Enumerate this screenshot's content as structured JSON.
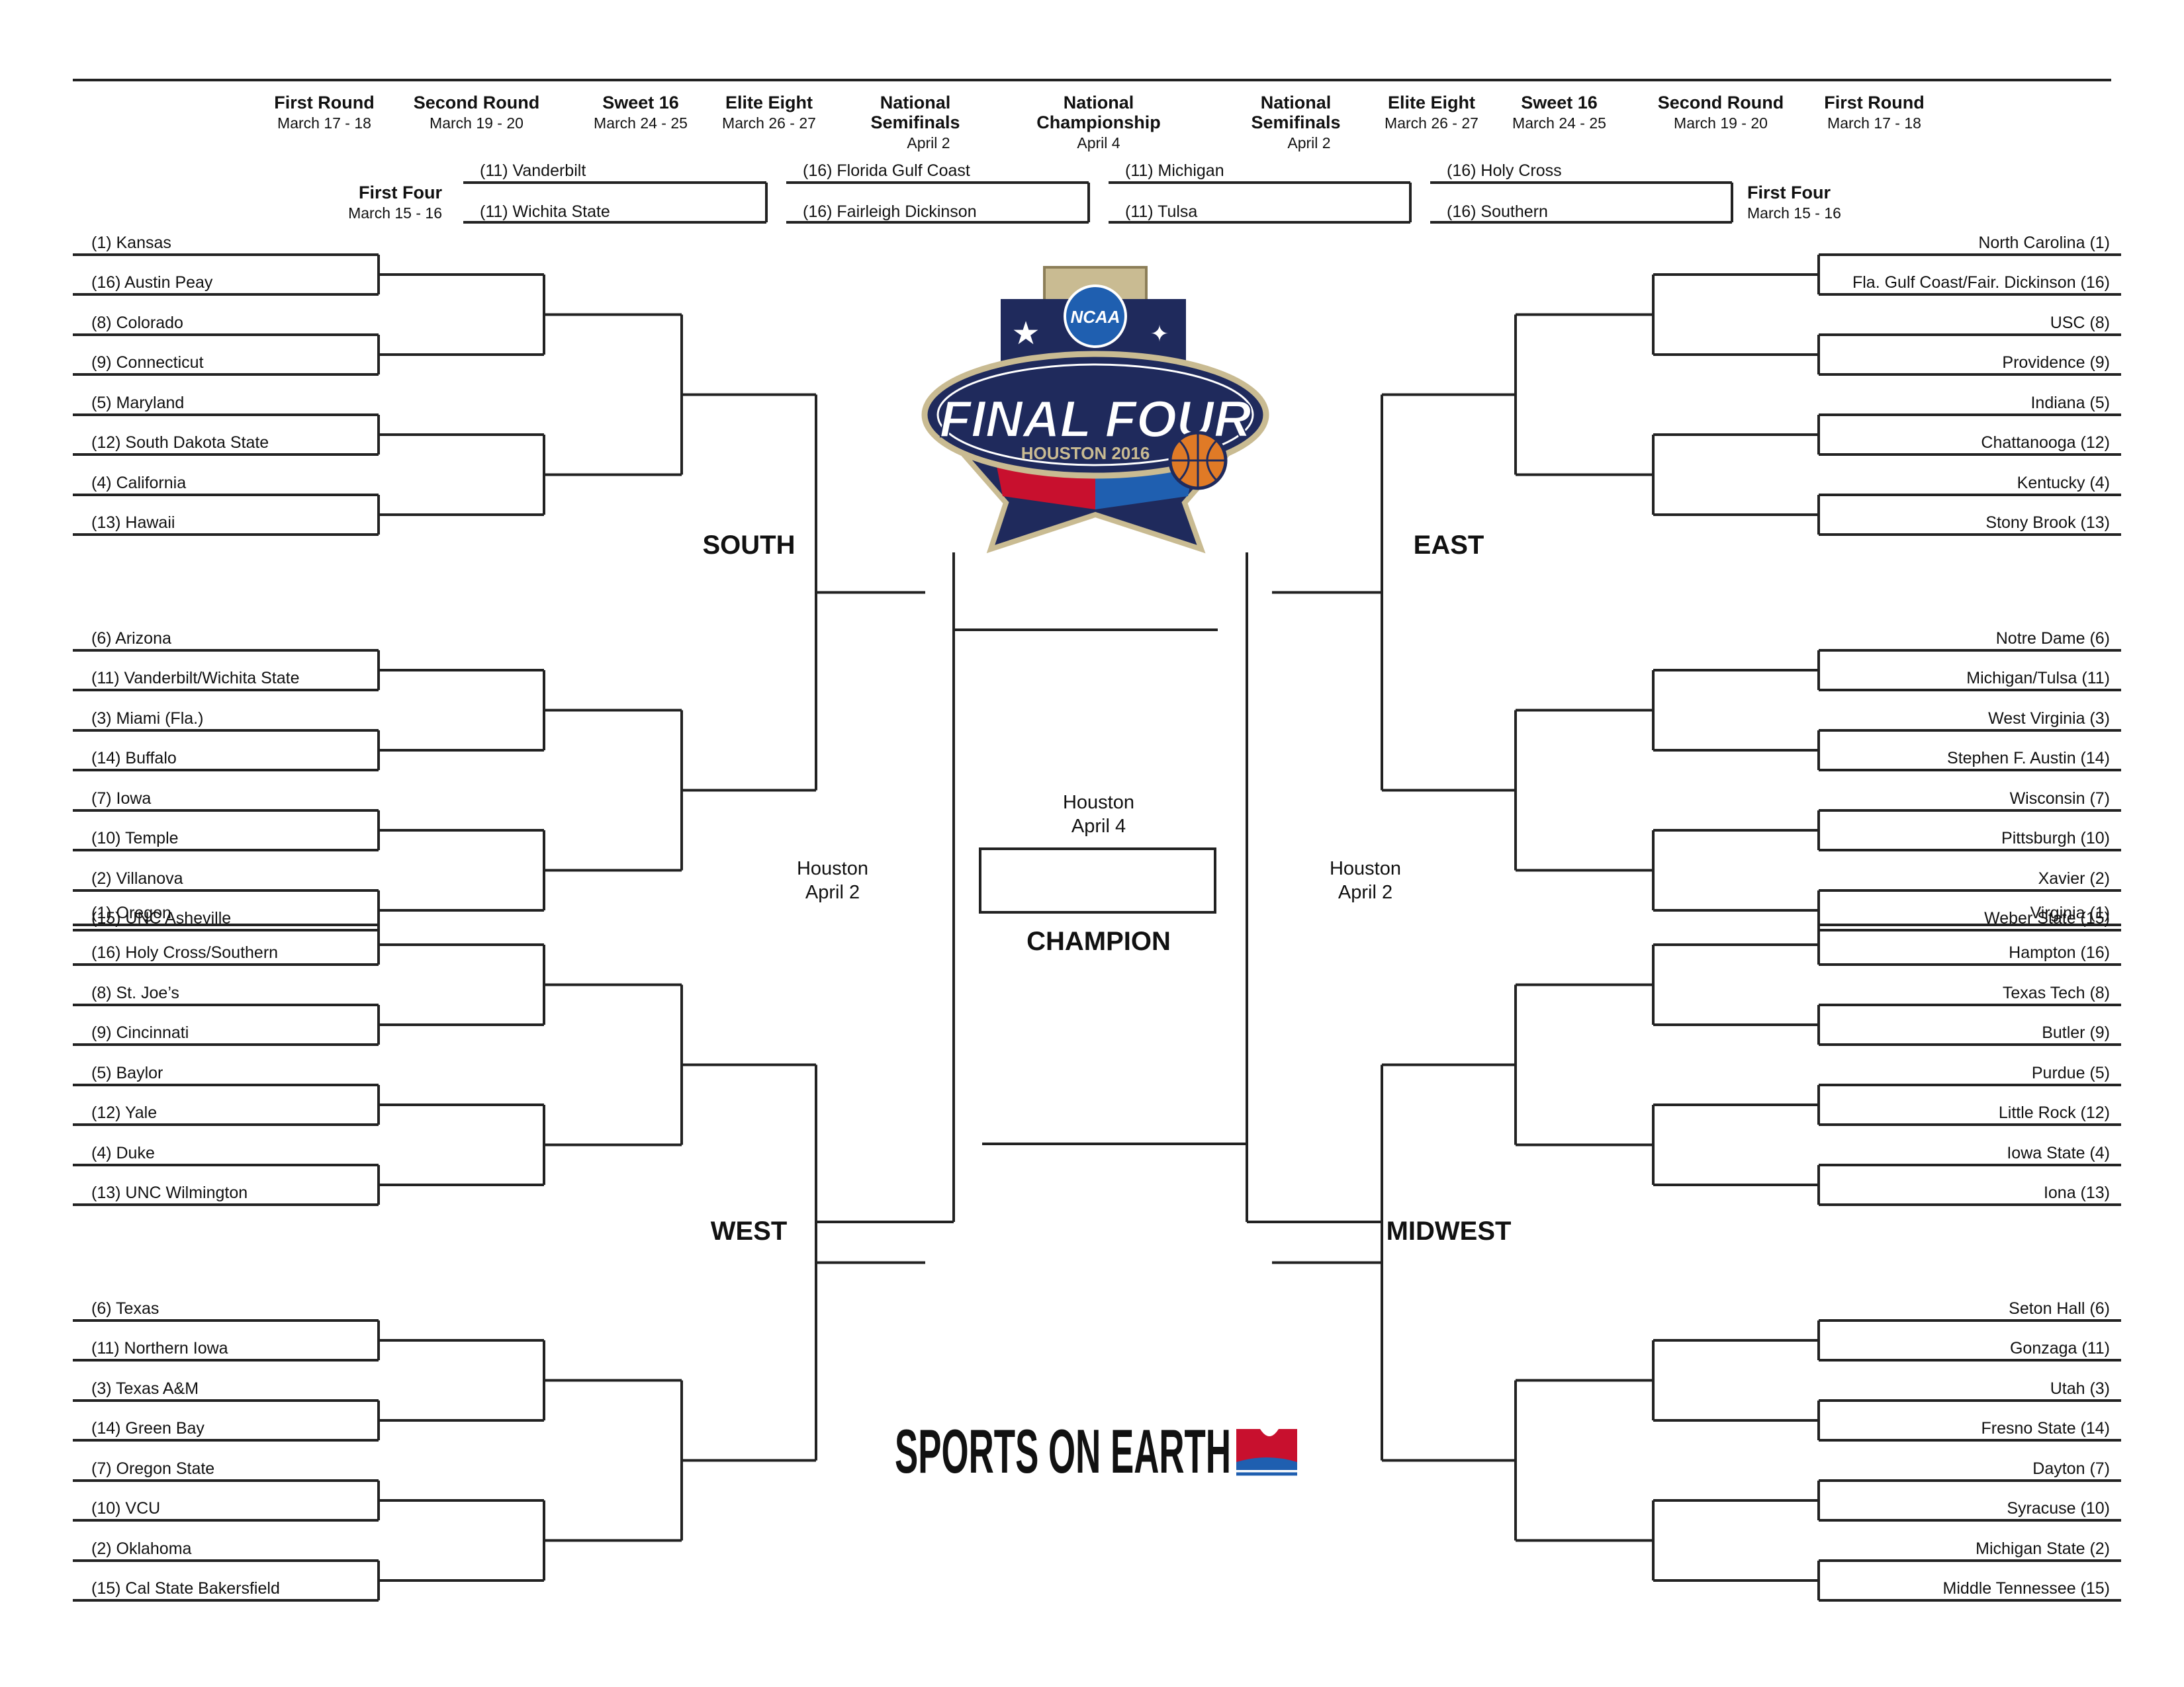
{
  "headers": {
    "left": [
      {
        "title": [
          "First Round"
        ],
        "date": "March 17 - 18"
      },
      {
        "title": [
          "Second Round"
        ],
        "date": "March 19 - 20"
      },
      {
        "title": [
          "Sweet 16"
        ],
        "date": "March 24 - 25"
      },
      {
        "title": [
          "Elite Eight"
        ],
        "date": "March 26 - 27"
      },
      {
        "title": [
          "National",
          "Semifinals"
        ],
        "date": "April 2"
      }
    ],
    "center": {
      "title": [
        "National",
        "Championship"
      ],
      "date": "April 4"
    },
    "right": [
      {
        "title": [
          "National",
          "Semifinals"
        ],
        "date": "April 2"
      },
      {
        "title": [
          "Elite Eight"
        ],
        "date": "March 26 - 27"
      },
      {
        "title": [
          "Sweet 16"
        ],
        "date": "March 24 - 25"
      },
      {
        "title": [
          "Second Round"
        ],
        "date": "March 19 - 20"
      },
      {
        "title": [
          "First Round"
        ],
        "date": "March 17 - 18"
      }
    ]
  },
  "first_four": {
    "label": "First Four",
    "date": "March 15 - 16",
    "games": [
      [
        "(11) Vanderbilt",
        "(11) Wichita State"
      ],
      [
        "(16) Florida Gulf Coast",
        "(16) Fairleigh Dickinson"
      ],
      [
        "(11) Michigan",
        "(11) Tulsa"
      ],
      [
        "(16) Holy Cross",
        "(16) Southern"
      ]
    ]
  },
  "regions": {
    "south": {
      "name": "SOUTH",
      "teams": [
        "(1) Kansas",
        "(16) Austin Peay",
        "(8) Colorado",
        "(9) Connecticut",
        "(5) Maryland",
        "(12) South Dakota State",
        "(4) California",
        "(13) Hawaii",
        "(6) Arizona",
        "(11) Vanderbilt/Wichita State",
        "(3) Miami (Fla.)",
        "(14) Buffalo",
        "(7) Iowa",
        "(10) Temple",
        "(2) Villanova",
        "(15) UNC Asheville"
      ]
    },
    "west": {
      "name": "WEST",
      "teams": [
        "(1) Oregon",
        "(16) Holy Cross/Southern",
        "(8) St. Joe’s",
        "(9) Cincinnati",
        "(5) Baylor",
        "(12) Yale",
        "(4) Duke",
        "(13) UNC Wilmington",
        "(6) Texas",
        "(11) Northern Iowa",
        "(3) Texas A&M",
        "(14) Green Bay",
        "(7) Oregon State",
        "(10) VCU",
        "(2) Oklahoma",
        "(15) Cal State Bakersfield"
      ]
    },
    "east": {
      "name": "EAST",
      "teams": [
        "North Carolina (1)",
        "Fla. Gulf Coast/Fair. Dickinson (16)",
        "USC (8)",
        "Providence (9)",
        "Indiana (5)",
        "Chattanooga (12)",
        "Kentucky (4)",
        "Stony Brook (13)",
        "Notre Dame (6)",
        "Michigan/Tulsa (11)",
        "West Virginia (3)",
        "Stephen F. Austin (14)",
        "Wisconsin (7)",
        "Pittsburgh (10)",
        "Xavier (2)",
        "Weber State (15)"
      ]
    },
    "midwest": {
      "name": "MIDWEST",
      "teams": [
        "Virginia (1)",
        "Hampton (16)",
        "Texas Tech (8)",
        "Butler (9)",
        "Purdue (5)",
        "Little Rock (12)",
        "Iowa State (4)",
        "Iona (13)",
        "Seton Hall (6)",
        "Gonzaga (11)",
        "Utah (3)",
        "Fresno State (14)",
        "Dayton (7)",
        "Syracuse (10)",
        "Michigan State (2)",
        "Middle Tennessee (15)"
      ]
    }
  },
  "semifinal_venue": [
    "Houston",
    "April 2"
  ],
  "final_venue": [
    "Houston",
    "April 4"
  ],
  "champion_label": "CHAMPION",
  "logo": {
    "org": "NCAA",
    "title": "FINAL FOUR",
    "subtitle": "HOUSTON 2016",
    "icons": [
      "star-icon",
      "basketball-icon"
    ]
  },
  "brand": "SPORTS ON EARTH",
  "colors": {
    "navy": "#1f2a5c",
    "red": "#c8102e",
    "gold": "#b9a77a",
    "blue": "#1f5fb0",
    "orange": "#e07a26"
  }
}
